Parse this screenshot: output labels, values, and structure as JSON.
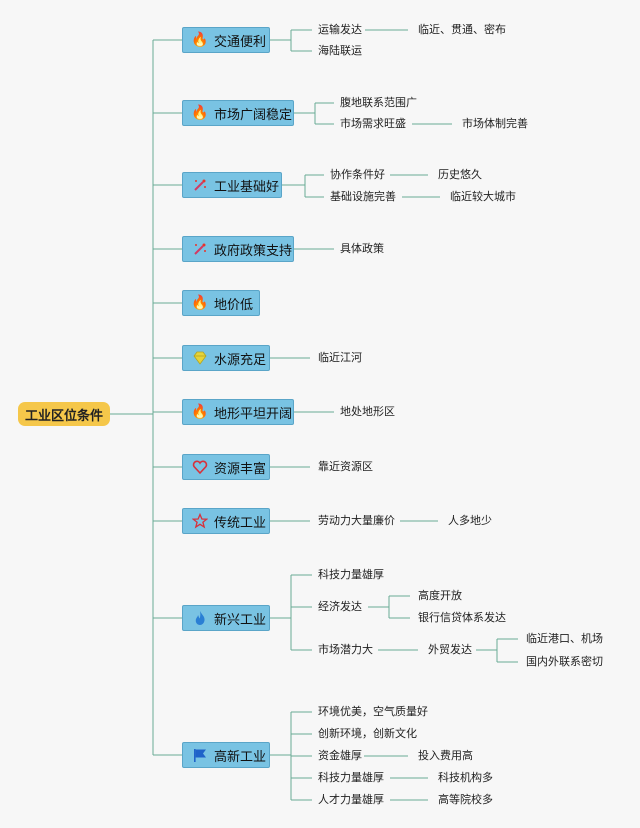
{
  "root": "工业区位条件",
  "categories": [
    {
      "label": "交通便利",
      "icon": "fire-icon"
    },
    {
      "label": "市场广阔稳定",
      "icon": "fire-icon"
    },
    {
      "label": "工业基础好",
      "icon": "magic-wand-icon"
    },
    {
      "label": "政府政策支持",
      "icon": "magic-wand-icon"
    },
    {
      "label": "地价低",
      "icon": "fire-icon"
    },
    {
      "label": "水源充足",
      "icon": "diamond-icon"
    },
    {
      "label": "地形平坦开阔",
      "icon": "fire-icon"
    },
    {
      "label": "资源丰富",
      "icon": "heart-icon"
    },
    {
      "label": "传统工业",
      "icon": "star-icon"
    },
    {
      "label": "新兴工业",
      "icon": "blue-flame-icon"
    },
    {
      "label": "高新工业",
      "icon": "flag-icon"
    }
  ],
  "details": [
    "运输发达",
    "临近、贯通、密布",
    "海陆联运",
    "腹地联系范围广",
    "市场需求旺盛",
    "市场体制完善",
    "协作条件好",
    "历史悠久",
    "基础设施完善",
    "临近较大城市",
    "具体政策",
    "临近江河",
    "地处地形区",
    "靠近资源区",
    "劳动力大量廉价",
    "人多地少",
    "科技力量雄厚",
    "经济发达",
    "高度开放",
    "银行信贷体系发达",
    "市场潜力大",
    "外贸发达",
    "临近港口、机场",
    "国内外联系密切",
    "环境优美，空气质量好",
    "创新环境，创新文化",
    "资金雄厚",
    "投入费用高",
    "科技力量雄厚",
    "科技机构多",
    "人才力量雄厚",
    "高等院校多"
  ],
  "colors": {
    "root": "#f5c74a",
    "node": "#79c3e3",
    "line": "#6aab94",
    "fire": "#e8342b",
    "blue_flame": "#2a7fd4"
  }
}
